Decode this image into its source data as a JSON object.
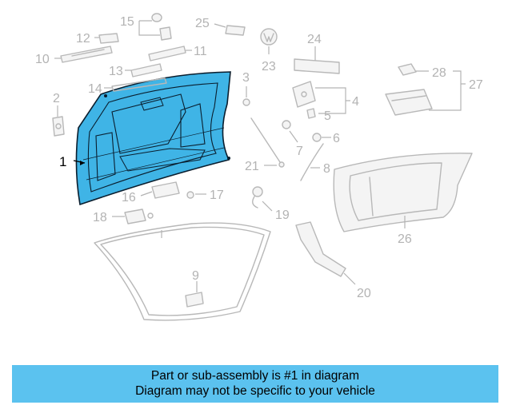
{
  "diagram": {
    "highlighted_part": "1",
    "highlight_color": "#3fb4e6",
    "callouts": [
      "1",
      "2",
      "3",
      "4",
      "5",
      "6",
      "7",
      "8",
      "9",
      "10",
      "11",
      "12",
      "13",
      "14",
      "15",
      "16",
      "17",
      "18",
      "19",
      "20",
      "21",
      "23",
      "24",
      "25",
      "26",
      "27",
      "28"
    ]
  },
  "banner": {
    "background": "#5bc2ef",
    "line1": "Part or sub-assembly is #1 in diagram",
    "line2": "Diagram may not be specific to your vehicle"
  }
}
